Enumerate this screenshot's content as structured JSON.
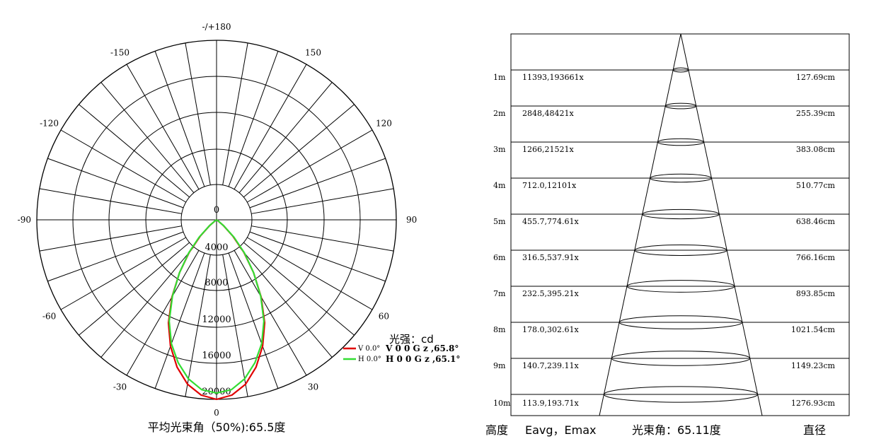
{
  "polar": {
    "angle_labels": [
      {
        "deg": 180,
        "text": "-/+180"
      },
      {
        "deg": 150,
        "text": "150"
      },
      {
        "deg": -150,
        "text": "-150"
      },
      {
        "deg": 120,
        "text": "120"
      },
      {
        "deg": -120,
        "text": "-120"
      },
      {
        "deg": 90,
        "text": "90"
      },
      {
        "deg": -90,
        "text": "-90"
      },
      {
        "deg": 60,
        "text": "60"
      },
      {
        "deg": -60,
        "text": "-60"
      },
      {
        "deg": 30,
        "text": "30"
      },
      {
        "deg": -30,
        "text": "-30"
      },
      {
        "deg": 0,
        "text": "0"
      }
    ],
    "radial_labels": [
      "0",
      "4000",
      "8000",
      "12000",
      "16000",
      "20000"
    ],
    "unit_label": "光强：cd",
    "legend": [
      {
        "color": "#e00000",
        "line1": "V 0.0°",
        "line2": "V 0 0 G z ,65.8°"
      },
      {
        "color": "#33dd33",
        "line1": "H 0.0°",
        "line2": "H 0 0 G z ,65.1°"
      }
    ],
    "caption": "平均光束角（50%):65.5度"
  },
  "chart_data": {
    "type": "polar",
    "unit": "cd",
    "rlim": [
      0,
      20000
    ],
    "series": [
      {
        "name": "V 0.0° V00Gz,65.8°",
        "color": "#e00000",
        "points": [
          [
            0,
            20000
          ],
          [
            5,
            19600
          ],
          [
            10,
            18600
          ],
          [
            15,
            17000
          ],
          [
            20,
            15000
          ],
          [
            25,
            12700
          ],
          [
            30,
            10000
          ],
          [
            35,
            7300
          ],
          [
            40,
            4800
          ],
          [
            45,
            2600
          ],
          [
            50,
            1000
          ],
          [
            55,
            200
          ],
          [
            60,
            0
          ]
        ]
      },
      {
        "name": "H 0.0° H00Gz,65.1°",
        "color": "#33dd33",
        "points": [
          [
            0,
            19300
          ],
          [
            5,
            19000
          ],
          [
            10,
            18000
          ],
          [
            15,
            16500
          ],
          [
            20,
            14700
          ],
          [
            25,
            12500
          ],
          [
            30,
            9900
          ],
          [
            35,
            7300
          ],
          [
            40,
            4900
          ],
          [
            45,
            2800
          ],
          [
            50,
            1100
          ],
          [
            55,
            250
          ],
          [
            60,
            0
          ]
        ]
      }
    ]
  },
  "cone": {
    "rows": [
      {
        "height": "1m",
        "eavg": "11393,193661x",
        "diameter": "127.69cm"
      },
      {
        "height": "2m",
        "eavg": "2848,48421x",
        "diameter": "255.39cm"
      },
      {
        "height": "3m",
        "eavg": "1266,21521x",
        "diameter": "383.08cm"
      },
      {
        "height": "4m",
        "eavg": "712.0,12101x",
        "diameter": "510.77cm"
      },
      {
        "height": "5m",
        "eavg": "455.7,774.61x",
        "diameter": "638.46cm"
      },
      {
        "height": "6m",
        "eavg": "316.5,537.91x",
        "diameter": "766.16cm"
      },
      {
        "height": "7m",
        "eavg": "232.5,395.21x",
        "diameter": "893.85cm"
      },
      {
        "height": "8m",
        "eavg": "178.0,302.61x",
        "diameter": "1021.54cm"
      },
      {
        "height": "9m",
        "eavg": "140.7,239.11x",
        "diameter": "1149.23cm"
      },
      {
        "height": "10m",
        "eavg": "113.9,193.71x",
        "diameter": "1276.93cm"
      }
    ],
    "footer": {
      "height_label": "高度",
      "eavg_label": "Eavg，Emax",
      "beam_label": "光束角：65.11度",
      "diameter_label": "直径"
    }
  }
}
